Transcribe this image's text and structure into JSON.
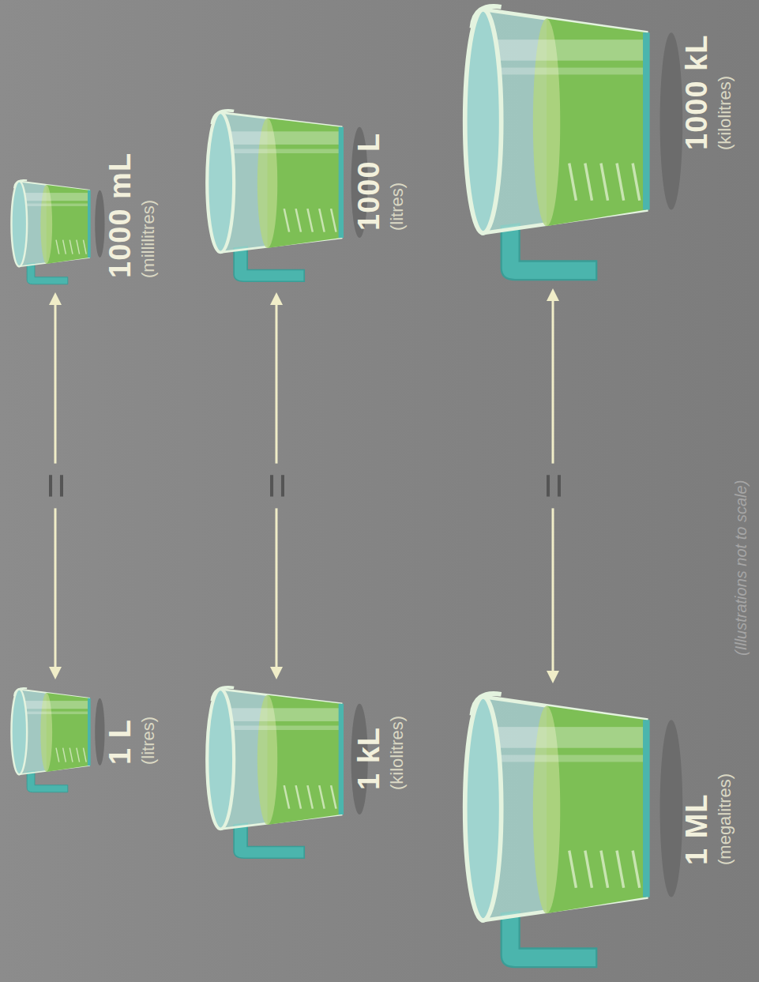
{
  "diagram": {
    "nodes": [
      {
        "text": [
          "1 L",
          "(litres)"
        ]
      },
      {
        "text": [
          "1000 mL",
          "(millilitres)"
        ]
      },
      {
        "text": [
          "1 kL",
          "(kilolitres)"
        ]
      },
      {
        "text": [
          "1000 L",
          "(litres)"
        ]
      },
      {
        "text": [
          "1 ML",
          "(megalitres)"
        ]
      },
      {
        "text": [
          "1000 kL",
          "(kilolitres)"
        ]
      }
    ],
    "edges": [
      {
        "from": 0,
        "to": 1,
        "label": "=",
        "arrow": "both"
      },
      {
        "from": 2,
        "to": 3,
        "label": "=",
        "arrow": "both"
      },
      {
        "from": 4,
        "to": 5,
        "label": "=",
        "arrow": "both"
      }
    ],
    "labels": [
      "(Illustrations not to scale)"
    ]
  }
}
